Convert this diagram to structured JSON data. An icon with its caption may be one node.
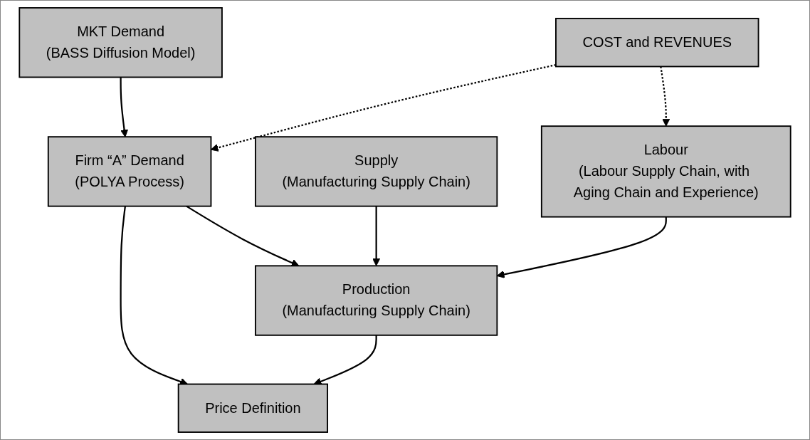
{
  "diagram": {
    "nodes": [
      {
        "text": [
          "MKT Demand",
          "(BASS Diffusion Model)"
        ]
      },
      {
        "text": [
          "Firm “A” Demand",
          "(POLYA Process)"
        ]
      },
      {
        "text": [
          "Production",
          "(Manufacturing Supply Chain)"
        ]
      },
      {
        "text": [
          "Price Definition"
        ]
      },
      {
        "text": [
          "Supply",
          "(Manufacturing Supply Chain)"
        ]
      },
      {
        "text": [
          "Labour",
          "(Labour Supply Chain, with Aging Chain and Experience)"
        ]
      },
      {
        "text": [
          "COST and REVENUES"
        ]
      }
    ],
    "edges": [
      {
        "from": 0,
        "to": 1,
        "arrow": "to"
      },
      {
        "from": 1,
        "to": 2,
        "arrow": "to"
      },
      {
        "from": 1,
        "to": 3,
        "arrow": "to"
      },
      {
        "from": 2,
        "to": 3,
        "arrow": "to"
      },
      {
        "from": 4,
        "to": 2,
        "arrow": "to"
      },
      {
        "from": 5,
        "to": 2,
        "arrow": "to"
      },
      {
        "from": 6,
        "to": 5,
        "arrow": "to",
        "style": "dashed"
      },
      {
        "from": 6,
        "to": 1,
        "arrow": "to",
        "style": "dashed"
      }
    ]
  }
}
